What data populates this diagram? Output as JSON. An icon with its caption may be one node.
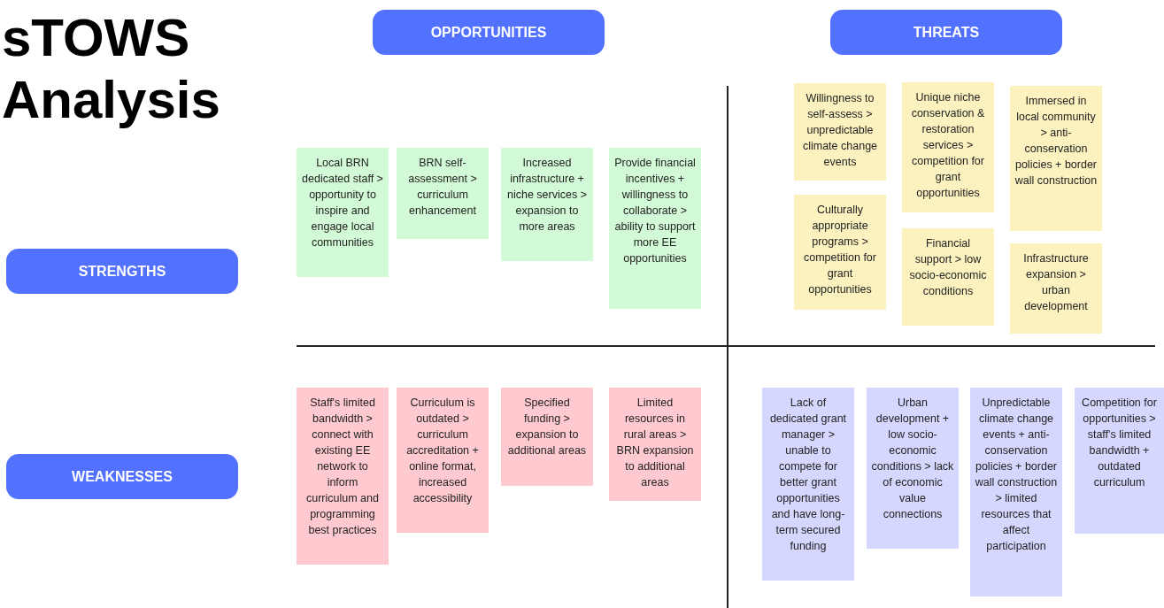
{
  "diagram": {
    "title": "sTOWS Analysis",
    "nodes": [
      {
        "text": [
          "OPPORTUNITIES"
        ]
      },
      {
        "text": [
          "THREATS"
        ]
      },
      {
        "text": [
          "Willingness to self-assess > unpredictable climate change events"
        ]
      },
      {
        "text": [
          "Unique niche conservation & restoration services > competition for grant opportunities"
        ]
      },
      {
        "text": [
          "Immersed in local community > anti-conservation policies + border wall construction"
        ]
      },
      {
        "text": [
          "Local BRN dedicated staff > opportunity to inspire and engage local communities"
        ]
      },
      {
        "text": [
          "BRN self-assessment > curriculum enhancement"
        ]
      },
      {
        "text": [
          "Increased infrastructure + niche services > expansion to more areas"
        ]
      },
      {
        "text": [
          "Provide financial incentives + willingness to collaborate > ability to support more EE opportunities"
        ]
      },
      {
        "text": [
          "Culturally appropriate programs > competition for grant opportunities"
        ]
      },
      {
        "text": [
          "Financial support > low socio-economic conditions"
        ]
      },
      {
        "text": [
          "Infrastructure expansion > urban development"
        ]
      },
      {
        "text": [
          "STRENGTHS"
        ]
      },
      {
        "text": [
          "Staff's limited bandwidth > connect with existing EE network to inform curriculum and programming best practices"
        ]
      },
      {
        "text": [
          "Curriculum is outdated > curriculum accreditation + online format, increased accessibility"
        ]
      },
      {
        "text": [
          "Specified funding > expansion to additional areas"
        ]
      },
      {
        "text": [
          "Limited resources in rural areas > BRN expansion to additional areas"
        ]
      },
      {
        "text": [
          "Lack of dedicated grant manager > unable to compete for better grant opportunities and have long-term secured funding"
        ]
      },
      {
        "text": [
          "Urban development + low socio-economic conditions > lack of economic value connections"
        ]
      },
      {
        "text": [
          "Unpredictable climate change events + anti-conservation policies + border wall construction > limited resources that affect participation"
        ]
      },
      {
        "text": [
          "Competition for opportunities > staff's limited bandwidth + outdated curriculum"
        ]
      },
      {
        "text": [
          "WEAKNESSES"
        ]
      }
    ],
    "edges": []
  }
}
